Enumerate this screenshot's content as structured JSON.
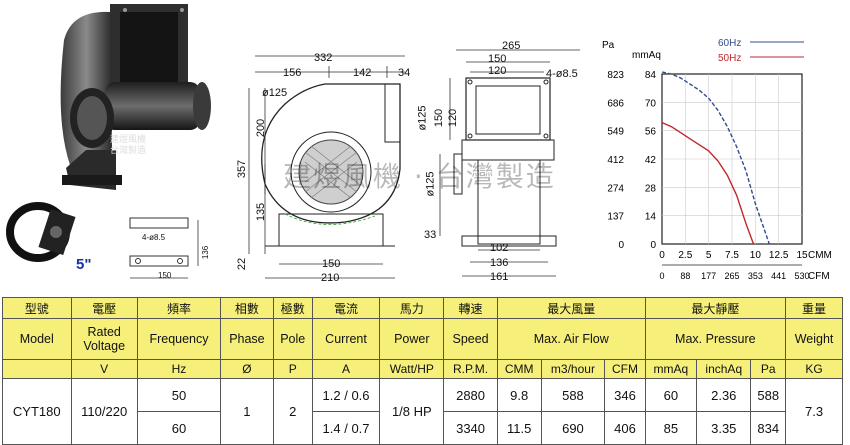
{
  "product_photo": {
    "badge_text": [
      "建煜風機",
      "台灣製造"
    ],
    "size_label": "5\""
  },
  "watermark": "建煜風機 · 台灣製造",
  "small_part": {
    "hole_label": "4-ø8.5",
    "width_label": "150",
    "height_label": "136"
  },
  "front_view": {
    "dims": {
      "total_width": "332",
      "left_segment": "156",
      "middle_segment": "142",
      "right_segment": "34",
      "inlet_dia": "ø125",
      "height_200": "200",
      "height_357": "357",
      "height_135": "135",
      "base_22": "22",
      "base_150": "150",
      "base_210": "210"
    }
  },
  "side_view": {
    "dims": {
      "total_width": "265",
      "flange_150": "150",
      "flange_120": "120",
      "holes": "4-ø8.5",
      "outlet_dia": "ø125",
      "v150": "150",
      "v120": "120",
      "v125": "ø125",
      "v33": "33",
      "b102": "102",
      "b136": "136",
      "b161": "161"
    }
  },
  "chart_data": {
    "type": "line",
    "y_left_label": "Pa",
    "y_right_label": "mmAq",
    "y_left_ticks": [
      "823",
      "686",
      "549",
      "412",
      "274",
      "137",
      "0"
    ],
    "y_right_ticks": [
      "84",
      "70",
      "56",
      "42",
      "28",
      "14",
      "0"
    ],
    "x_top_label": "CMM",
    "x_bottom_label": "CFM",
    "x_top_ticks": [
      "0",
      "2.5",
      "5",
      "7.5",
      "10",
      "12.5",
      "15"
    ],
    "x_bottom_ticks": [
      "0",
      "88",
      "177",
      "265",
      "353",
      "441",
      "530"
    ],
    "xlim": [
      0,
      15
    ],
    "ylim": [
      0,
      84
    ],
    "grid": true,
    "legend_position": "top-right",
    "series": [
      {
        "name": "60Hz",
        "color": "#2f4c8c",
        "x": [
          0,
          1,
          2,
          3,
          4,
          5,
          6,
          7,
          8,
          9,
          10,
          11.5
        ],
        "y": [
          85,
          84,
          82,
          79,
          76,
          72,
          66,
          58,
          48,
          36,
          20,
          0
        ]
      },
      {
        "name": "50Hz",
        "color": "#c2262a",
        "x": [
          0,
          1,
          2,
          3,
          4,
          5,
          6,
          7,
          8,
          9,
          9.8
        ],
        "y": [
          60,
          58,
          55,
          52,
          49,
          46,
          41,
          34,
          24,
          10,
          0
        ]
      }
    ]
  },
  "table": {
    "hdr_cn": [
      "型號",
      "電壓",
      "頻率",
      "相數",
      "極數",
      "電流",
      "馬力",
      "轉速",
      "最大風量",
      "最大靜壓",
      "重量"
    ],
    "hdr_en": [
      "Model",
      "Rated\nVoltage",
      "Frequency",
      "Phase",
      "Pole",
      "Current",
      "Power",
      "Speed",
      "Max. Air Flow",
      "Max. Pressure",
      "Weight"
    ],
    "units": {
      "voltage": "V",
      "freq": "Hz",
      "phase": "Ø",
      "pole": "P",
      "current": "A",
      "power": "Watt/HP",
      "speed": "R.P.M.",
      "cmm": "CMM",
      "m3h": "m3/hour",
      "cfm": "CFM",
      "mmaq": "mmAq",
      "inchaq": "inchAq",
      "pa": "Pa",
      "weight": "KG"
    },
    "model": "CYT180",
    "voltage": "110/220",
    "phase": "1",
    "pole": "2",
    "power": "1/8 HP",
    "weight": "7.3",
    "rows": [
      {
        "freq": "50",
        "current": "1.2 / 0.6",
        "speed": "2880",
        "cmm": "9.8",
        "m3h": "588",
        "cfm": "346",
        "mmaq": "60",
        "inchaq": "2.36",
        "pa": "588"
      },
      {
        "freq": "60",
        "current": "1.4 / 0.7",
        "speed": "3340",
        "cmm": "11.5",
        "m3h": "690",
        "cfm": "406",
        "mmaq": "85",
        "inchaq": "3.35",
        "pa": "834"
      }
    ]
  }
}
